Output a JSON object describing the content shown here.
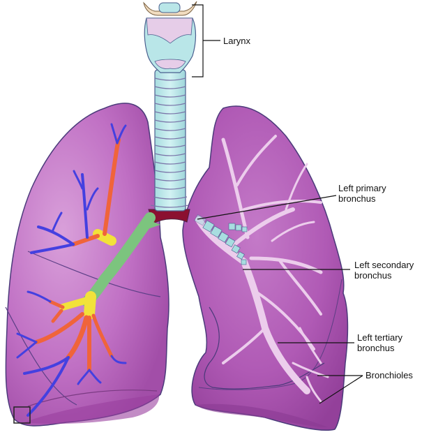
{
  "diagram": {
    "subject": "Lungs and bronchial tree (anterior view)",
    "colors": {
      "lung": "#b45bb8",
      "lung_light": "#d597d6",
      "lung_dark": "#8e3a93",
      "lung_outline": "#4b3a7a",
      "trachea": "#b9e6e8",
      "trachea_outline": "#4a5f8e",
      "larynx_pink": "#e6cde8",
      "hyoid": "#f1dcc0",
      "carina": "#8b1030",
      "primary_bronchus": "#7cc47e",
      "secondary_bronchus": "#f2e23a",
      "tertiary_bronchus": "#f0643a",
      "bronchioles": "#4440e0",
      "left_bronchial_tree": "#ecc8ec",
      "leader_line": "#111111"
    },
    "labels": [
      {
        "id": "larynx",
        "text": "Larynx"
      },
      {
        "id": "left-primary-bronchus",
        "text": "Left primary\nbronchus"
      },
      {
        "id": "left-secondary-bronchus",
        "text": "Left secondary\nbronchus"
      },
      {
        "id": "left-tertiary-bronchus",
        "text": "Left tertiary\nbronchus"
      },
      {
        "id": "bronchioles",
        "text": "Bronchioles"
      }
    ],
    "markers": [
      {
        "id": "alveoli-inset-box",
        "shape": "square"
      }
    ]
  }
}
